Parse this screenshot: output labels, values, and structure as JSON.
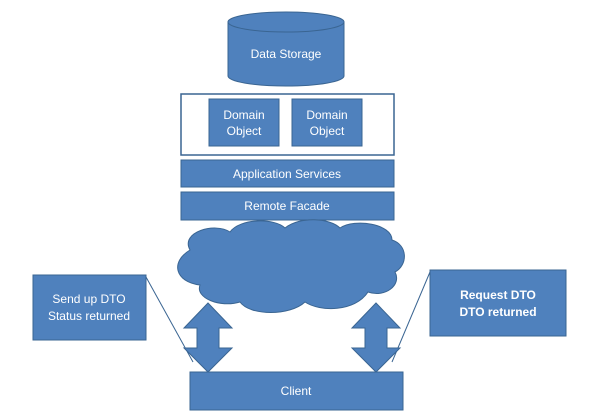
{
  "colors": {
    "fill": "#4f81bd",
    "stroke": "#3a6592",
    "background": "#ffffff"
  },
  "storage": {
    "label": "Data Storage"
  },
  "domain_objects": [
    {
      "line1": "Domain",
      "line2": "Object"
    },
    {
      "line1": "Domain",
      "line2": "Object"
    }
  ],
  "application_services": {
    "label": "Application Services"
  },
  "remote_facade": {
    "label": "Remote Facade"
  },
  "left_callout": {
    "line1": "Send up DTO",
    "line2": "Status returned"
  },
  "right_callout": {
    "line1": "Request DTO",
    "line2": "DTO returned"
  },
  "client": {
    "label": "Client"
  }
}
